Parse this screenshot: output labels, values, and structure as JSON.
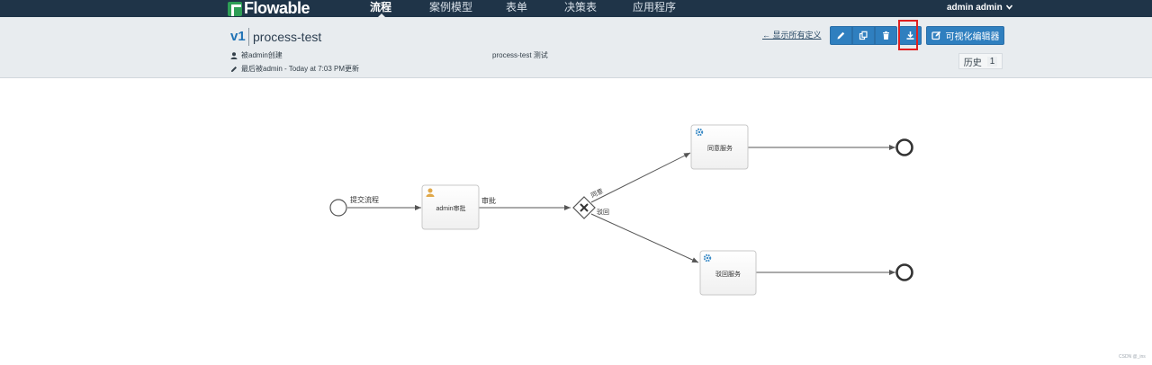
{
  "navbar": {
    "logo_text": "Flowable",
    "items": [
      {
        "label": "流程",
        "active": true
      },
      {
        "label": "案例模型",
        "active": false
      },
      {
        "label": "表单",
        "active": false
      },
      {
        "label": "决策表",
        "active": false
      },
      {
        "label": "应用程序",
        "active": false
      }
    ],
    "user": "admin admin"
  },
  "header": {
    "version": "v1",
    "process_name": "process-test",
    "created_by": "被admin创建",
    "description": "process-test 测试",
    "updated": "最后被admin - Today at 7:03 PM更新",
    "back_link": "← 显示所有定义",
    "editor_button": "可视化编辑器",
    "history_label": "历史",
    "history_count": "1"
  },
  "toolbar": {
    "buttons": [
      "edit-icon",
      "copy-icon",
      "delete-icon",
      "download-icon"
    ]
  },
  "diagram": {
    "start_label": "提交流程",
    "task_label": "admin审批",
    "flow_label": "审批",
    "agree_label": "同意",
    "reject_label": "驳回",
    "agree_service": "同意服务",
    "reject_service": "驳回服务"
  },
  "watermark": "CSDN @_ins",
  "colors": {
    "navbar_bg": "#1f3448",
    "header_bg": "#e8ecef",
    "primary_button": "#2f7fbf",
    "highlight_box": "#e02020",
    "logo_green": "#2e9e56"
  }
}
